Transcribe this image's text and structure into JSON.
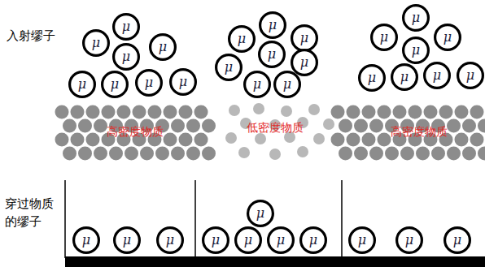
{
  "diagram": {
    "nodes": [
      {
        "text": [
          "μ"
        ]
      },
      {
        "text": [
          "μ"
        ]
      },
      {
        "text": [
          "μ"
        ]
      },
      {
        "text": [
          "μ"
        ]
      },
      {
        "text": [
          "μ"
        ]
      },
      {
        "text": [
          "μ"
        ]
      },
      {
        "text": [
          "μ"
        ]
      },
      {
        "text": [
          "μ"
        ]
      },
      {
        "text": [
          "μ"
        ]
      },
      {
        "text": [
          "μ"
        ]
      },
      {
        "text": [
          "μ"
        ]
      },
      {
        "text": [
          "μ"
        ]
      },
      {
        "text": [
          "μ"
        ]
      },
      {
        "text": [
          "μ"
        ]
      },
      {
        "text": [
          "μ"
        ]
      },
      {
        "text": [
          "μ"
        ]
      },
      {
        "text": [
          "μ"
        ]
      },
      {
        "text": [
          "μ"
        ]
      },
      {
        "text": [
          "μ"
        ]
      },
      {
        "text": [
          "μ"
        ]
      },
      {
        "text": [
          "μ"
        ]
      },
      {
        "text": [
          "μ"
        ]
      },
      {
        "text": [
          "μ"
        ]
      },
      {
        "text": [
          "μ"
        ]
      },
      {
        "text": [
          "μ"
        ]
      },
      {
        "text": [
          "μ"
        ]
      },
      {
        "text": [
          "μ"
        ]
      },
      {
        "text": [
          "μ"
        ]
      },
      {
        "text": [
          "μ"
        ]
      },
      {
        "text": [
          "μ"
        ]
      },
      {
        "text": [
          "μ"
        ]
      },
      {
        "text": [
          "μ"
        ]
      },
      {
        "text": [
          "μ"
        ]
      },
      {
        "text": [
          "μ"
        ]
      },
      {
        "text": [
          "μ"
        ]
      }
    ],
    "labels": [
      "入射缪子",
      "高密度物质",
      "低密度物质",
      "高密度物质",
      "穿过物质 的缪子"
    ]
  }
}
